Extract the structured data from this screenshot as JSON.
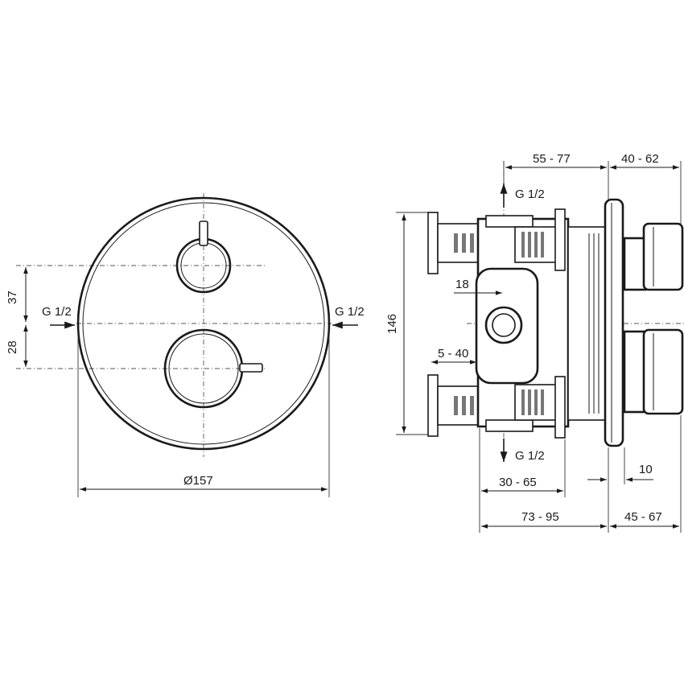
{
  "front_view": {
    "diameter_label": "Ø157",
    "dim_top_offset": "37",
    "dim_bottom_offset": "28",
    "inlet_left_label": "G 1/2",
    "inlet_right_label": "G 1/2"
  },
  "side_view": {
    "top_outlet_label": "G 1/2",
    "bottom_outlet_label": "G 1/2",
    "dim_depth_body": "55 - 77",
    "dim_depth_trim": "40 - 62",
    "dim_height": "146",
    "dim_18": "18",
    "dim_5_40": "5 - 40",
    "dim_30_65": "30 - 65",
    "dim_10": "10",
    "dim_73_95": "73 - 95",
    "dim_45_67": "45 - 67"
  }
}
